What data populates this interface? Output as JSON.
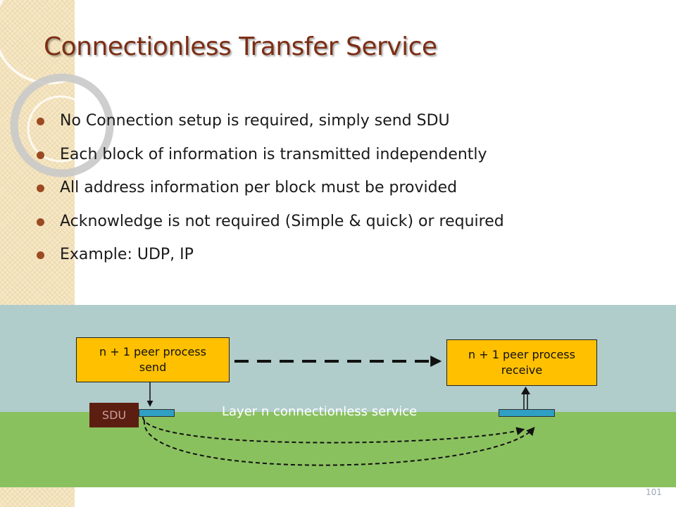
{
  "slide": {
    "title": "Connectionless Transfer Service",
    "bullets": [
      "No Connection setup is required, simply send SDU",
      "Each block of information is transmitted independently",
      "All address information per block must be provided",
      "Acknowledge is not required (Simple & quick) or required",
      "Example:  UDP, IP"
    ],
    "page_number": "101"
  },
  "diagram": {
    "send_box": {
      "line1": "n + 1 peer process",
      "line2": "send"
    },
    "receive_box": {
      "line1": "n + 1 peer process",
      "line2": "receive"
    },
    "sdu_label": "SDU",
    "layer_label": "Layer n connectionless service"
  },
  "colors": {
    "title": "#7c2e14",
    "bullet_dot": "#9b4a22",
    "band_top": "#b0cccb",
    "band_bottom": "#8ac15f",
    "process_box": "#ffc000",
    "sdu_box": "#5c1e10",
    "sap": "#2f9fc3"
  }
}
